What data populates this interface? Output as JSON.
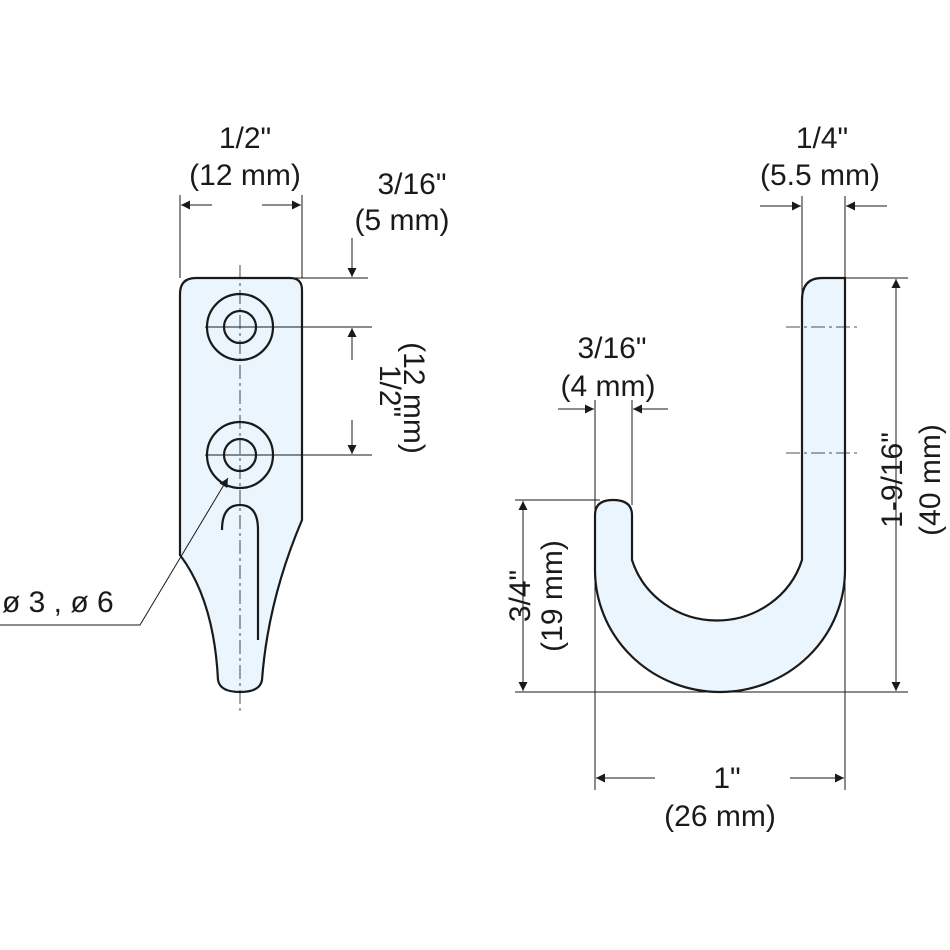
{
  "colors": {
    "part_fill": "#eaf5fd",
    "line": "#1a1a1a",
    "background": "#ffffff"
  },
  "dimensions": {
    "hook_width": {
      "imperial": "1/2\"",
      "metric": "(12 mm)"
    },
    "top_offset": {
      "imperial": "3/16\"",
      "metric": "(5 mm)"
    },
    "hole_spacing": {
      "imperial": "1/2\"",
      "metric": "(12 mm)"
    },
    "hole_diameter": {
      "label": "ø 3 , ø 6"
    },
    "rod_thickness": {
      "imperial": "1/4\"",
      "metric": "(5.5 mm)"
    },
    "tip_thickness": {
      "imperial": "3/16\"",
      "metric": "(4 mm)"
    },
    "total_height": {
      "imperial": "1-9/16\"",
      "metric": "(40 mm)"
    },
    "tip_height": {
      "imperial": "3/4\"",
      "metric": "(19 mm)"
    },
    "total_width": {
      "imperial": "1\"",
      "metric": "(26 mm)"
    }
  }
}
